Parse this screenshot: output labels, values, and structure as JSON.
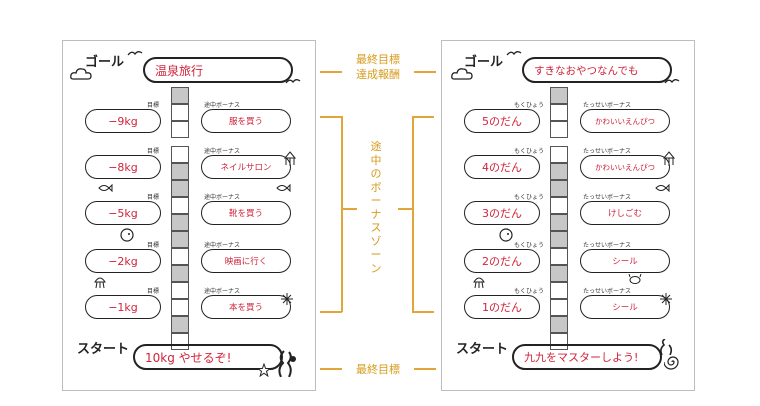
{
  "center": {
    "top_label_line1": "最終目標",
    "top_label_line2": "達成報酬",
    "middle_label": "途中のボーナスゾーン",
    "bottom_label": "最終目標"
  },
  "left_sheet": {
    "goal_label": "ゴール",
    "goal_text": "温泉旅行",
    "start_label": "スタート",
    "start_text": "10kg やせるぞ!",
    "rows": [
      {
        "left_caption": "目標",
        "left_value": "−9kg",
        "right_caption": "途中ボーナス",
        "right_value": "服を買う"
      },
      {
        "left_caption": "目標",
        "left_value": "−8kg",
        "right_caption": "途中ボーナス",
        "right_value": "ネイルサロン"
      },
      {
        "left_caption": "目標",
        "left_value": "−5kg",
        "right_caption": "途中ボーナス",
        "right_value": "靴を買う"
      },
      {
        "left_caption": "目標",
        "left_value": "−2kg",
        "right_caption": "途中ボーナス",
        "right_value": "映画に行く"
      },
      {
        "left_caption": "目標",
        "left_value": "−1kg",
        "right_caption": "途中ボーナス",
        "right_value": "本を買う"
      }
    ]
  },
  "right_sheet": {
    "goal_label": "ゴール",
    "goal_text": "すきなおやつなんでも",
    "start_label": "スタート",
    "start_text": "九九をマスターしよう!",
    "rows": [
      {
        "left_caption": "もくひょう",
        "left_value": "5のだん",
        "right_caption": "たっせいボーナス",
        "right_value": "かわいいえんぴつ"
      },
      {
        "left_caption": "もくひょう",
        "left_value": "4のだん",
        "right_caption": "たっせいボーナス",
        "right_value": "かわいいえんぴつ"
      },
      {
        "left_caption": "もくひょう",
        "left_value": "3のだん",
        "right_caption": "たっせいボーナス",
        "right_value": "けしごむ"
      },
      {
        "left_caption": "もくひょう",
        "left_value": "2のだん",
        "right_caption": "たっせいボーナス",
        "right_value": "シール"
      },
      {
        "left_caption": "もくひょう",
        "left_value": "1のだん",
        "right_caption": "たっせいボーナス",
        "right_value": "シール"
      }
    ]
  },
  "colors": {
    "handwriting_red": "#d0233a",
    "accent_orange": "#d69a1a",
    "block_gray": "#c7c7c7"
  }
}
